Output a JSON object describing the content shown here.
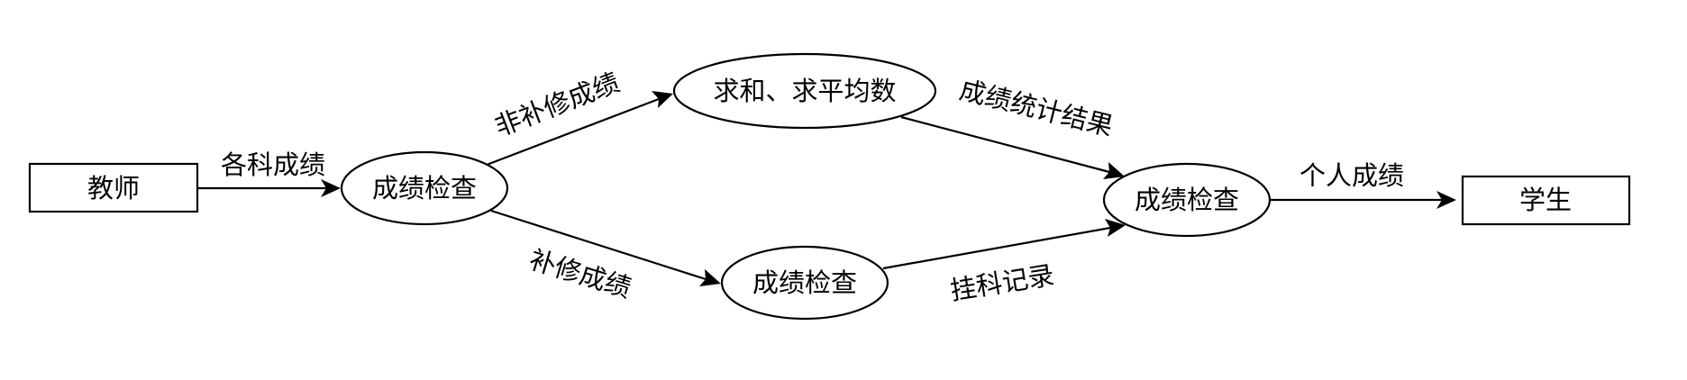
{
  "diagram": {
    "nodes": {
      "teacher": {
        "label": "教师"
      },
      "score_check_1": {
        "label": "成绩检查"
      },
      "sum_average": {
        "label": "求和、求平均数"
      },
      "score_check_2": {
        "label": "成绩检查"
      },
      "score_check_3": {
        "label": "成绩检查"
      },
      "student": {
        "label": "学生"
      }
    },
    "edges": {
      "all_scores": {
        "label": "各科成绩"
      },
      "non_makeup_scores": {
        "label": "非补修成绩"
      },
      "makeup_scores": {
        "label": "补修成绩"
      },
      "stats_result": {
        "label": "成绩统计结果"
      },
      "fail_record": {
        "label": "挂科记录"
      },
      "personal_scores": {
        "label": "个人成绩"
      }
    }
  }
}
